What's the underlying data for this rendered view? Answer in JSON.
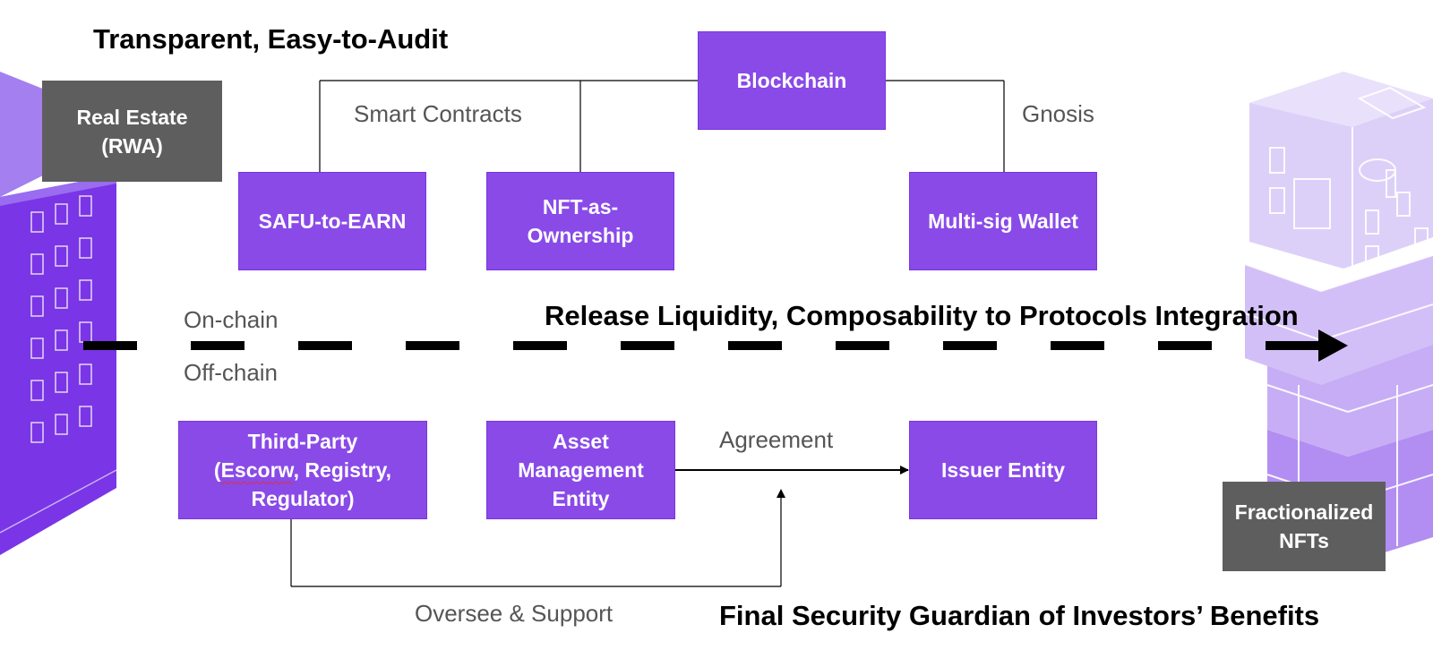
{
  "headings": {
    "top": "Transparent, Easy-to-Audit",
    "middle": "Release Liquidity, Composability to Protocols Integration",
    "bottom": "Final Security Guardian of Investors’ Benefits"
  },
  "labels": {
    "smart_contracts": "Smart Contracts",
    "gnosis": "Gnosis",
    "on_chain": "On-chain",
    "off_chain": "Off-chain",
    "agreement": "Agreement",
    "oversee_support": "Oversee & Support"
  },
  "boxes": {
    "real_estate": "Real Estate\n(RWA)",
    "blockchain": "Blockchain",
    "safu": "SAFU-to-EARN",
    "nft_ownership": "NFT-as-\nOwnership",
    "multisig": "Multi-sig Wallet",
    "third_party_line1": "Third-Party",
    "third_party_open": "(",
    "third_party_word": "Escorw",
    "third_party_rest": ", Registry,",
    "third_party_line3": "Regulator)",
    "asset_mgmt": "Asset\nManagement\nEntity",
    "issuer": "Issuer Entity",
    "fractionalized": "Fractionalized\nNFTs"
  },
  "colors": {
    "purple": "#8a4ae8",
    "gray_box": "#5e5e5e",
    "building_left": "#7a35e6",
    "building_right": "#d9c9f7"
  }
}
